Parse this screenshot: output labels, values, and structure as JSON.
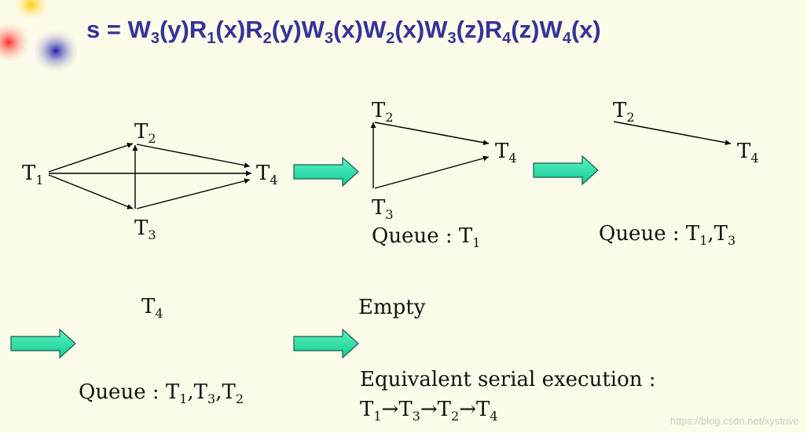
{
  "schedule": {
    "lhs": "s = ",
    "terms": [
      {
        "op": "W",
        "sub": "3",
        "arg": "(y)"
      },
      {
        "op": "R",
        "sub": "1",
        "arg": "(x)"
      },
      {
        "op": "R",
        "sub": "2",
        "arg": "(y)"
      },
      {
        "op": "W",
        "sub": "3",
        "arg": "(x)"
      },
      {
        "op": "W",
        "sub": "2",
        "arg": "(x)"
      },
      {
        "op": "W",
        "sub": "3",
        "arg": "(z)"
      },
      {
        "op": "R",
        "sub": "4",
        "arg": "(z)"
      },
      {
        "op": "W",
        "sub": "4",
        "arg": "(x)"
      }
    ]
  },
  "node_letter": "T",
  "graph1": {
    "nodes": {
      "t1": "1",
      "t2": "2",
      "t3": "3",
      "t4": "4"
    }
  },
  "graph2": {
    "nodes": {
      "t2": "2",
      "t3": "3",
      "t4": "4"
    },
    "queue_label": "Queue : ",
    "queue": [
      "1"
    ]
  },
  "graph3": {
    "nodes": {
      "t2": "2",
      "t4": "4"
    },
    "queue_label": "Queue : ",
    "queue": [
      "1",
      "3"
    ]
  },
  "graph4": {
    "nodes": {
      "t4": "4"
    },
    "queue_label": "Queue : ",
    "queue": [
      "1",
      "3",
      "2"
    ]
  },
  "final": {
    "empty_label": "Empty",
    "result_label": "Equivalent serial execution :",
    "order": [
      "1",
      "3",
      "2",
      "4"
    ],
    "separator": "→"
  },
  "watermark": "https://blog.csdn.net/xystrive",
  "colors": {
    "title": "#33339a",
    "arrow_fill": "#19e0a4",
    "arrow_stroke": "#1a5c4c",
    "background": "#fdfbe9"
  }
}
